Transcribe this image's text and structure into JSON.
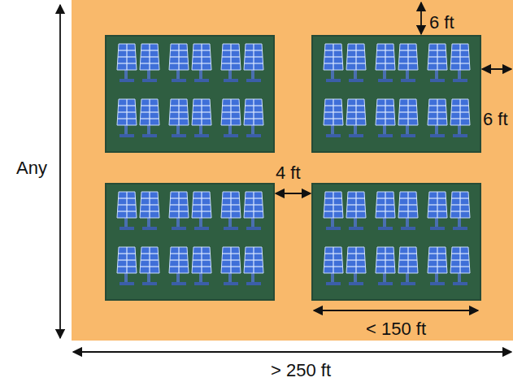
{
  "diagram": {
    "labels": [
      "6 ft",
      "6 ft",
      "Any",
      "4 ft",
      "< 150 ft",
      "> 250 ft"
    ]
  }
}
